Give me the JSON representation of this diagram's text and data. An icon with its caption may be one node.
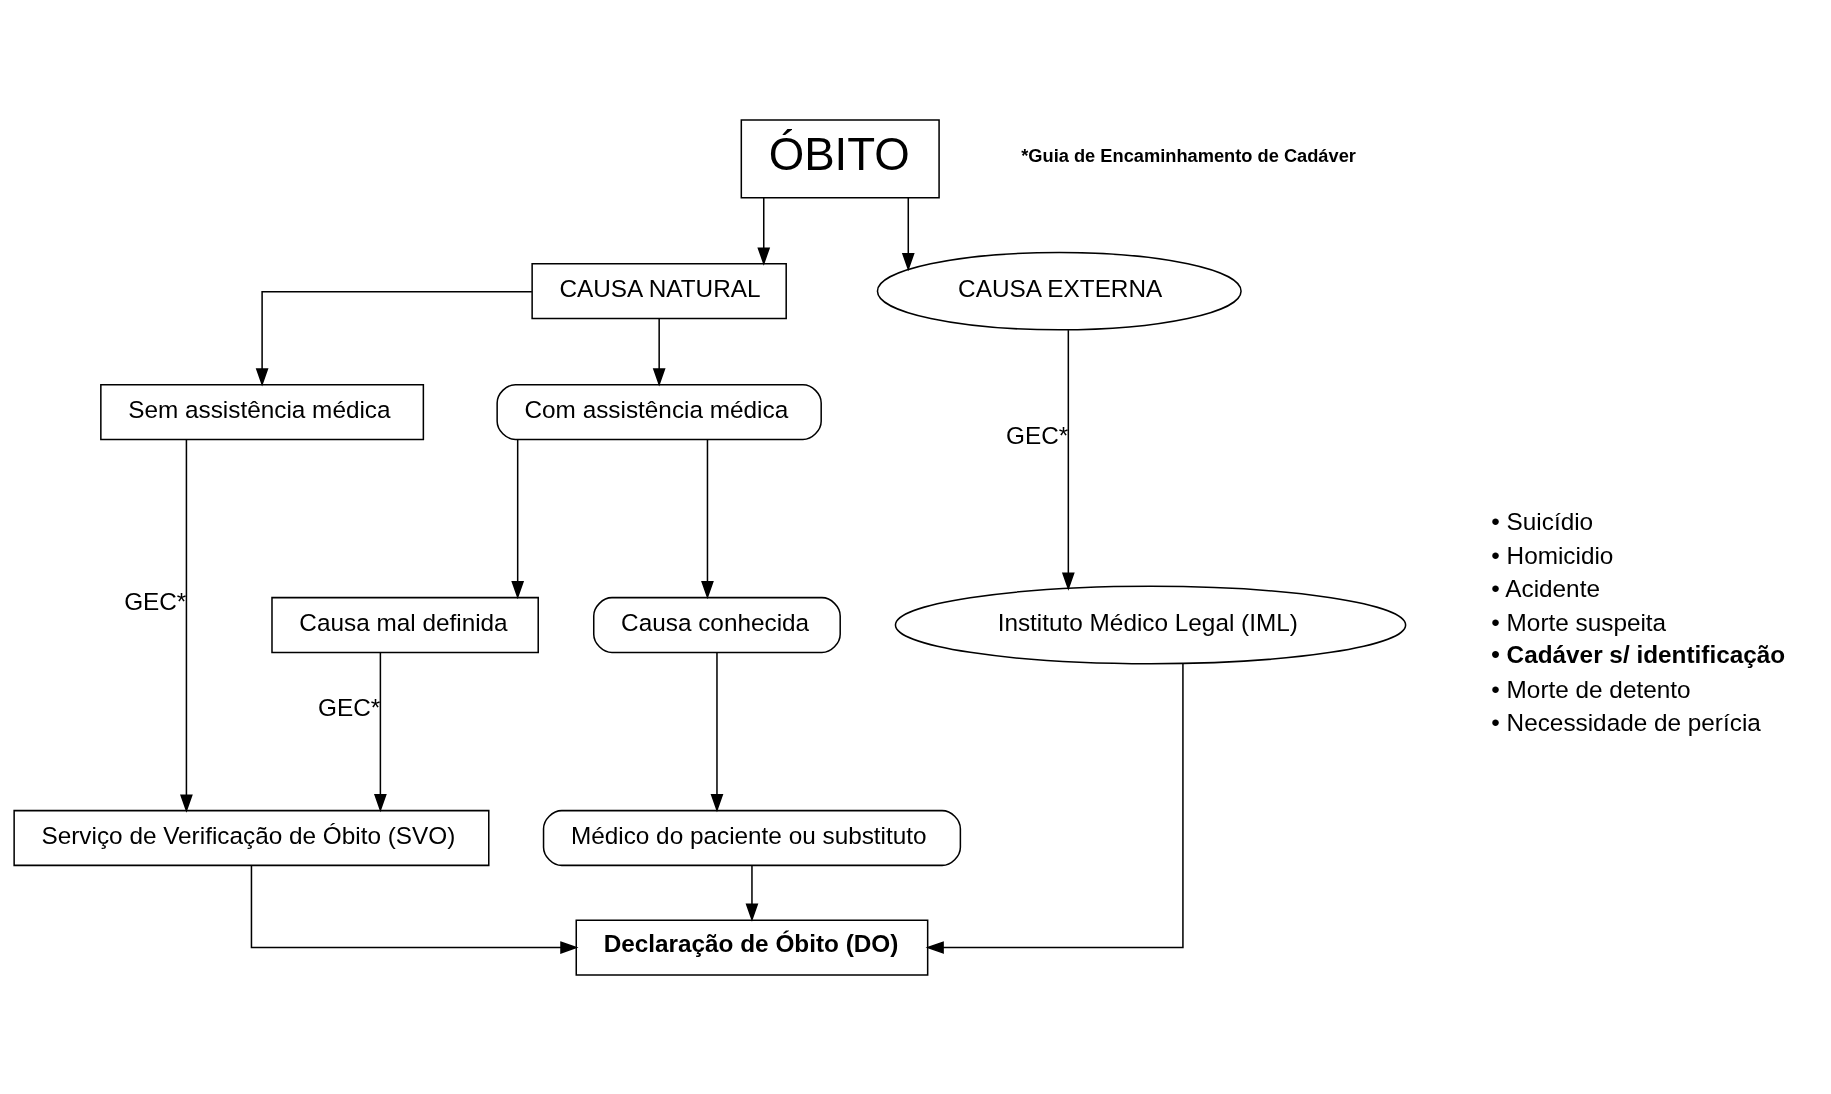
{
  "diagram": {
    "nodes": [
      {
        "text": [
          "ÓBITO"
        ]
      },
      {
        "text": [
          "CAUSA NATURAL"
        ]
      },
      {
        "text": [
          "CAUSA EXTERNA"
        ]
      },
      {
        "text": [
          "Sem assistência médica"
        ]
      },
      {
        "text": [
          "Com assistência médica"
        ]
      },
      {
        "text": [
          "Causa mal definida"
        ]
      },
      {
        "text": [
          "Causa conhecida"
        ]
      },
      {
        "text": [
          "Serviço de Verificação de Óbito (SVO)"
        ]
      },
      {
        "text": [
          "Médico do paciente ou substituto"
        ]
      },
      {
        "text": [
          "Instituto Médico Legal (IML)"
        ]
      },
      {
        "text": [
          "Declaração de Óbito (DO)"
        ]
      }
    ],
    "edges": [
      {
        "from": 0,
        "to": 1,
        "arrow": "to"
      },
      {
        "from": 0,
        "to": 2,
        "arrow": "to"
      },
      {
        "from": 1,
        "to": 3,
        "arrow": "to"
      },
      {
        "from": 1,
        "to": 4,
        "arrow": "to"
      },
      {
        "from": 2,
        "to": 9,
        "arrow": "to",
        "label": "GEC*"
      },
      {
        "from": 3,
        "to": 7,
        "arrow": "to",
        "label": "GEC*"
      },
      {
        "from": 4,
        "to": 5,
        "arrow": "to"
      },
      {
        "from": 4,
        "to": 6,
        "arrow": "to"
      },
      {
        "from": 5,
        "to": 7,
        "arrow": "to",
        "label": "GEC*"
      },
      {
        "from": 6,
        "to": 8,
        "arrow": "to"
      },
      {
        "from": 7,
        "to": 10,
        "arrow": "to"
      },
      {
        "from": 8,
        "to": 10,
        "arrow": "to"
      },
      {
        "from": 9,
        "to": 10,
        "arrow": "to"
      }
    ],
    "labels": [
      "*Guia de Encaminhamento de Cadáver",
      "• Suicídio",
      "• Homicidio",
      "• Acidente",
      "• Morte suspeita",
      "• Cadáver s/ identificação",
      "• Morte de detento",
      "• Necessidade de perícia"
    ]
  }
}
